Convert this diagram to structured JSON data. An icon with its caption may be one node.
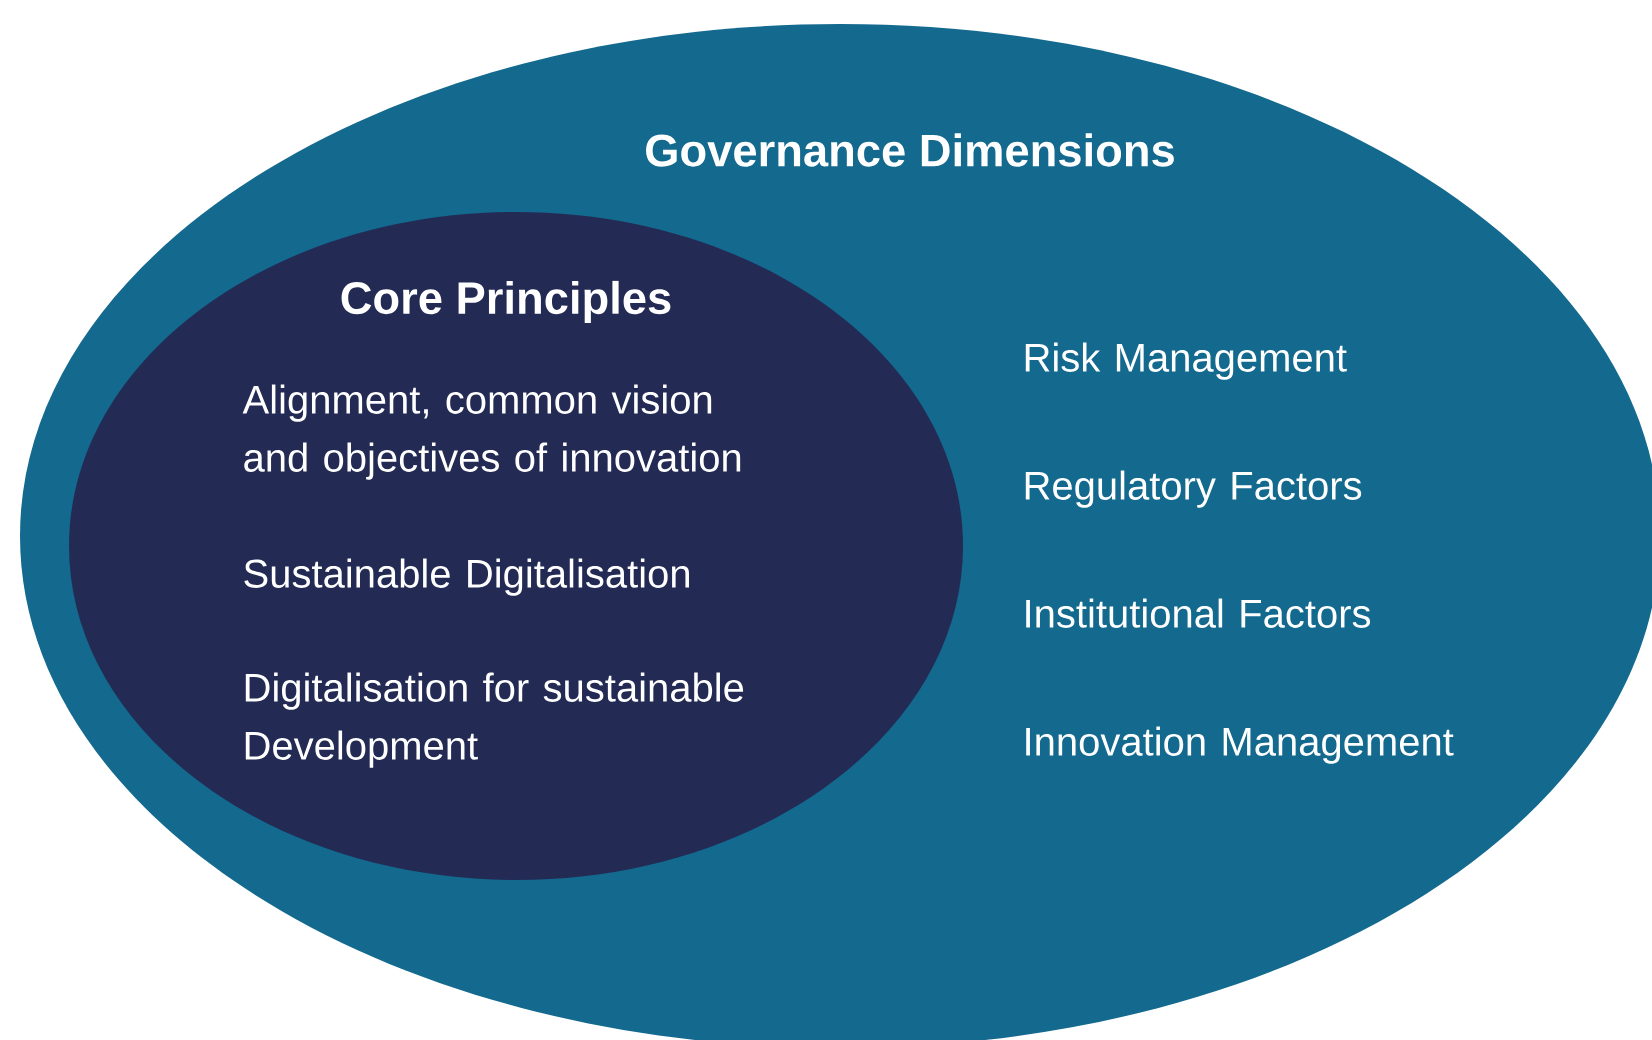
{
  "diagram": {
    "nodes": [
      {
        "text": [
          "Governance Dimensions",
          "Risk Management",
          "Regulatory Factors",
          "Institutional Factors",
          "Innovation Management"
        ]
      },
      {
        "text": [
          "Core Principles",
          "Alignment, common vision and objectives of innovation",
          "Sustainable Digitalisation",
          "Digitalisation for sustainable Development"
        ],
        "in": 0
      }
    ]
  }
}
